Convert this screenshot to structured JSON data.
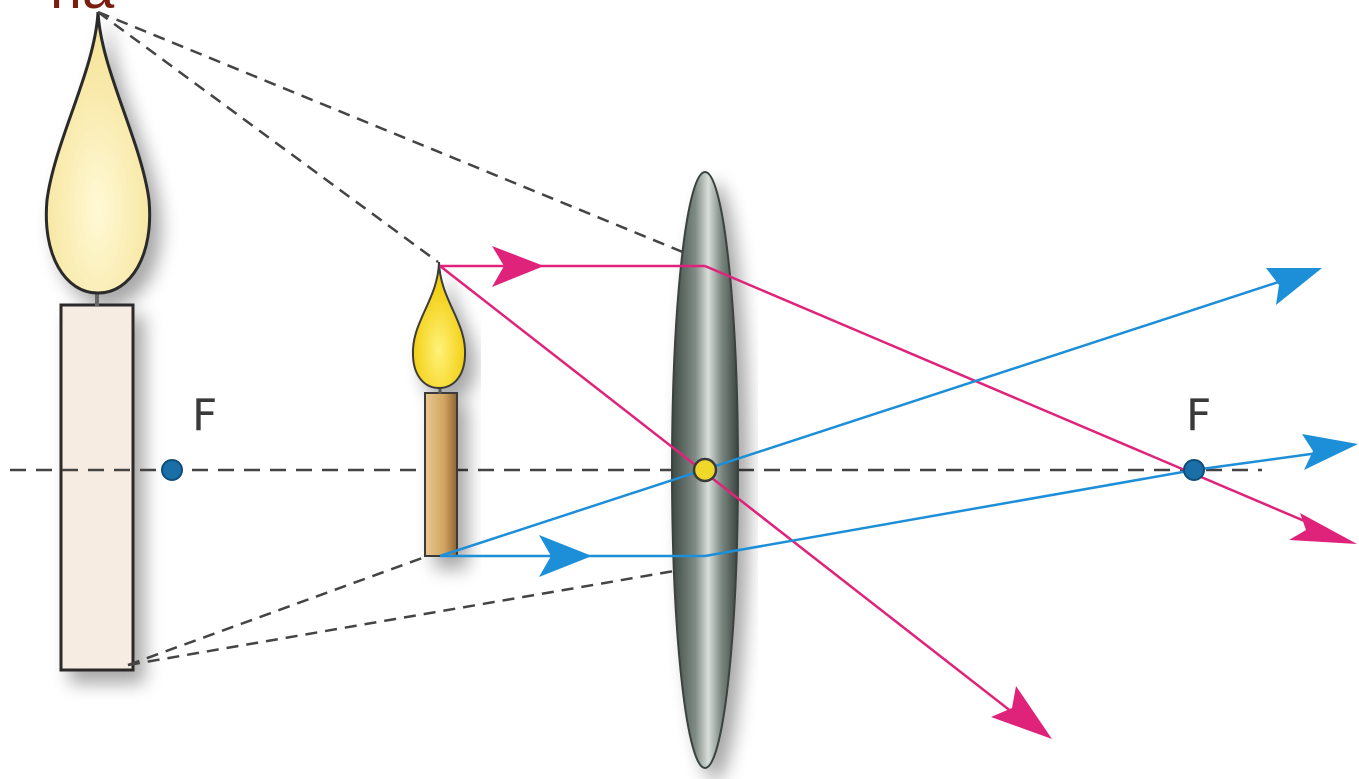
{
  "heading_fragment": "на",
  "focus_labels": {
    "left": "F",
    "right": "F"
  },
  "colors": {
    "pink_ray": "#e0237a",
    "blue_ray": "#1d8fd8",
    "dashed_line": "#444444",
    "focus_point": "#1b6fa8",
    "optical_center": "#f0d82a",
    "lens_body": "#5d6a63",
    "big_candle_wax": "#f6ece2",
    "big_candle_flame": "#fbeeaa",
    "small_candle_body": "#d2a462",
    "small_candle_flame": "#f6d918"
  },
  "icons": [
    "large-candle-image",
    "small-candle-object",
    "converging-lens"
  ]
}
